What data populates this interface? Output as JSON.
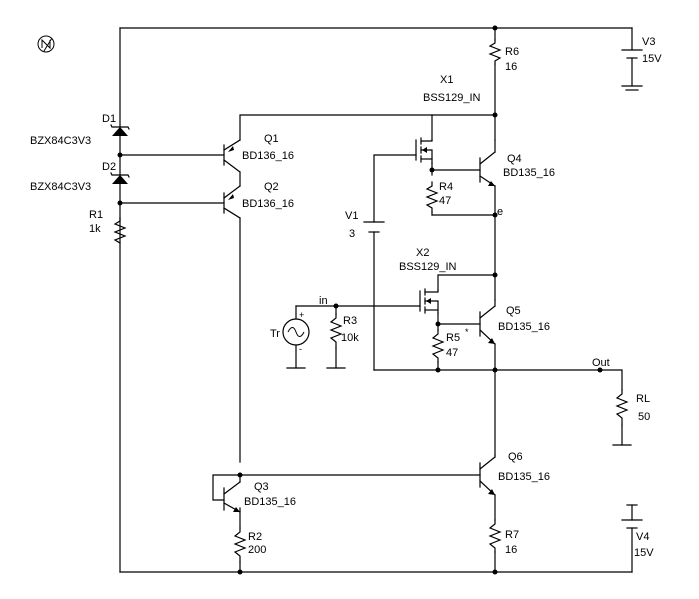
{
  "components": {
    "D1": {
      "ref": "D1",
      "value": "BZX84C3V3"
    },
    "D2": {
      "ref": "D2",
      "value": "BZX84C3V3"
    },
    "R1": {
      "ref": "R1",
      "value": "1k"
    },
    "Q1": {
      "ref": "Q1",
      "value": "BD136_16"
    },
    "Q2": {
      "ref": "Q2",
      "value": "BD136_16"
    },
    "Q3": {
      "ref": "Q3",
      "value": "BD135_16"
    },
    "R2": {
      "ref": "R2",
      "value": "200"
    },
    "R6": {
      "ref": "R6",
      "value": "16"
    },
    "V3": {
      "ref": "V3",
      "value": "15V"
    },
    "X1": {
      "ref": "X1",
      "value": "BSS129_IN"
    },
    "Q4": {
      "ref": "Q4",
      "value": "BD135_16"
    },
    "R4": {
      "ref": "R4",
      "value": "47"
    },
    "V1": {
      "ref": "V1",
      "value": "3"
    },
    "X2": {
      "ref": "X2",
      "value": "BSS129_IN"
    },
    "Q5": {
      "ref": "Q5",
      "value": "BD135_16"
    },
    "R5": {
      "ref": "R5",
      "value": "47",
      "mark": "*"
    },
    "R3": {
      "ref": "R3",
      "value": "10k"
    },
    "Tr": {
      "ref": "Tr"
    },
    "RL": {
      "ref": "RL",
      "value": "50"
    },
    "Q6": {
      "ref": "Q6",
      "value": "BD135_16"
    },
    "R7": {
      "ref": "R7",
      "value": "16"
    },
    "V4": {
      "ref": "V4",
      "value": "15V"
    }
  },
  "nets": {
    "in": "in",
    "e": "e",
    "out": "Out"
  },
  "polarity": {
    "plus": "+",
    "minus": "-"
  },
  "icons": {
    "logo": "circled-n-logo-icon"
  }
}
